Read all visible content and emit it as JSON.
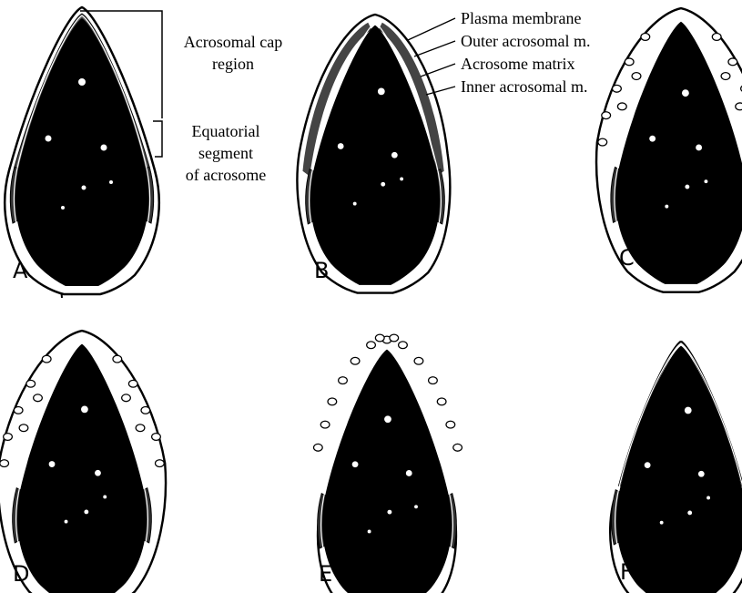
{
  "figure": {
    "panels": [
      {
        "letter": "A",
        "stage": "intact"
      },
      {
        "letter": "B",
        "stage": "swelling"
      },
      {
        "letter": "C",
        "stage": "vesiculation"
      },
      {
        "letter": "D",
        "stage": "vesiculation"
      },
      {
        "letter": "E",
        "stage": "vesicle-shedding"
      },
      {
        "letter": "F",
        "stage": "acrosome-reacted"
      }
    ],
    "labels": {
      "acrosomal_cap_line1": "Acrosomal cap",
      "acrosomal_cap_line2": "region",
      "equatorial_line1": "Equatorial",
      "equatorial_line2": "segment",
      "equatorial_line3": "of acrosome",
      "plasma_membrane": "Plasma membrane",
      "outer_acrosomal": "Outer acrosomal m.",
      "acrosome_matrix": "Acrosome matrix",
      "inner_acrosomal": "Inner acrosomal m."
    },
    "colors": {
      "ink": "#000000",
      "paper": "#ffffff"
    }
  }
}
